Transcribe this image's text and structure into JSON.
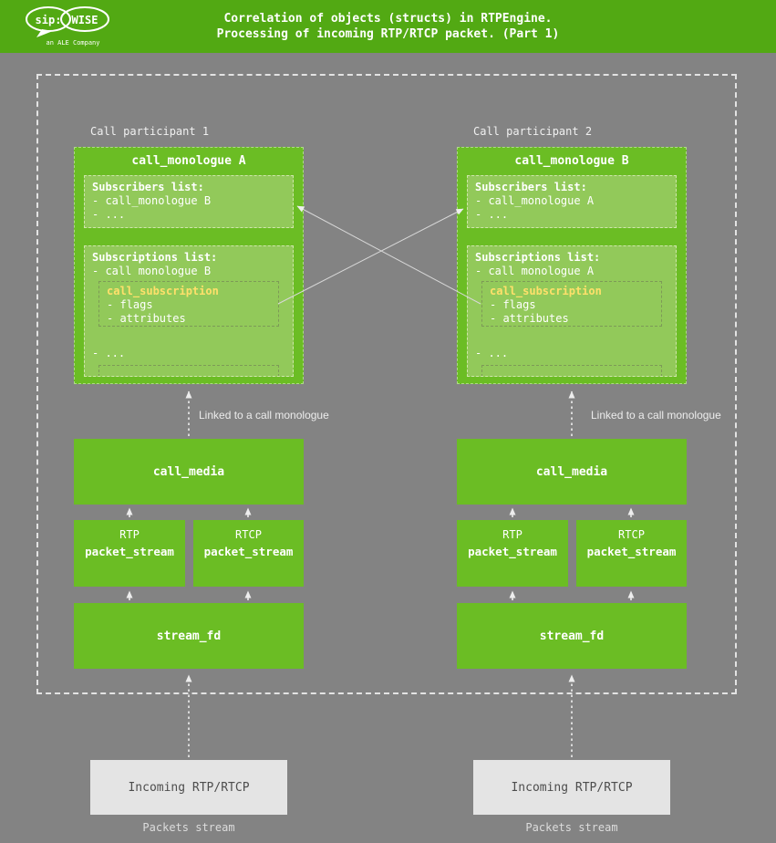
{
  "header": {
    "logo_sip": "sip:",
    "logo_wise": "WISE",
    "logo_tagline": "an ALE Company",
    "title_line1": "Correlation of objects (structs) in RTPEngine.",
    "title_line2": "Processing of incoming RTP/RTCP packet. (Part 1)"
  },
  "colors": {
    "header_bg": "#52a913",
    "canvas_bg": "#838383",
    "box_green": "#6bbd24",
    "inner_box_green": "#92c95a",
    "highlight_yellow": "#ffe06b",
    "incoming_box_bg": "#e4e4e4"
  },
  "columns": [
    {
      "participant_label": "Call participant 1",
      "monologue_title": "call_monologue A",
      "subscribers_title": "Subscribers list:",
      "subscribers_item1": "- call_monologue B",
      "subscribers_item2": "- ...",
      "subscriptions_title": "Subscriptions list:",
      "subscriptions_item": "- call monologue B",
      "subscription_title": "call_subscription",
      "subscription_item1": "- flags",
      "subscription_item2": "- attributes",
      "subscriptions_more": "- ...",
      "linked_label": "Linked to a call monologue",
      "call_media_label": "call_media",
      "stream1_protocol": "RTP",
      "stream1_label": "packet_stream",
      "stream2_protocol": "RTCP",
      "stream2_label": "packet_stream",
      "stream_fd_label": "stream_fd",
      "incoming_label": "Incoming RTP/RTCP",
      "packets_label": "Packets stream"
    },
    {
      "participant_label": "Call participant 2",
      "monologue_title": "call_monologue B",
      "subscribers_title": "Subscribers list:",
      "subscribers_item1": "- call_monologue A",
      "subscribers_item2": "- ...",
      "subscriptions_title": "Subscriptions list:",
      "subscriptions_item": "- call monologue A",
      "subscription_title": "call_subscription",
      "subscription_item1": "- flags",
      "subscription_item2": "- attributes",
      "subscriptions_more": "- ...",
      "linked_label": "Linked to a call monologue",
      "call_media_label": "call_media",
      "stream1_protocol": "RTP",
      "stream1_label": "packet_stream",
      "stream2_protocol": "RTCP",
      "stream2_label": "packet_stream",
      "stream_fd_label": "stream_fd",
      "incoming_label": "Incoming RTP/RTCP",
      "packets_label": "Packets stream"
    }
  ]
}
